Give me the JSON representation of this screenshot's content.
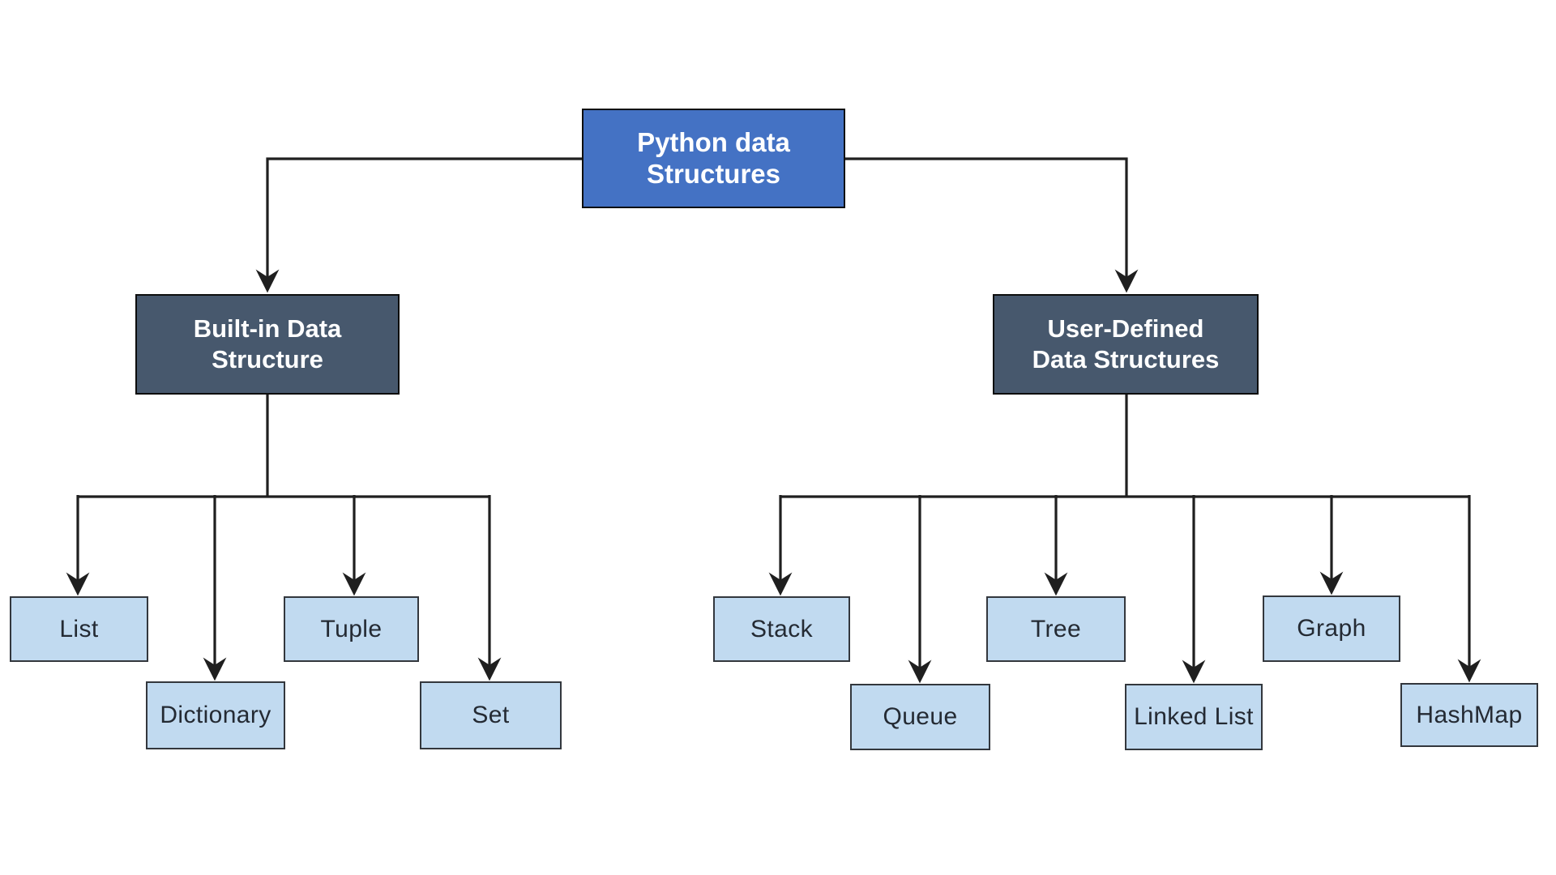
{
  "diagram": {
    "title": "Python data Structures",
    "nodes": {
      "root": "Python data Structures",
      "builtin": "Built-in Data Structure",
      "userdef": "User-Defined Data Structures",
      "list": "List",
      "dictionary": "Dictionary",
      "tuple": "Tuple",
      "set": "Set",
      "stack": "Stack",
      "queue": "Queue",
      "tree": "Tree",
      "linkedlist": "Linked List",
      "graph": "Graph",
      "hashmap": "HashMap"
    },
    "edges": [
      {
        "from": "root",
        "to": "builtin"
      },
      {
        "from": "root",
        "to": "userdef"
      },
      {
        "from": "builtin",
        "to": "list"
      },
      {
        "from": "builtin",
        "to": "dictionary"
      },
      {
        "from": "builtin",
        "to": "tuple"
      },
      {
        "from": "builtin",
        "to": "set"
      },
      {
        "from": "userdef",
        "to": "stack"
      },
      {
        "from": "userdef",
        "to": "queue"
      },
      {
        "from": "userdef",
        "to": "tree"
      },
      {
        "from": "userdef",
        "to": "linkedlist"
      },
      {
        "from": "userdef",
        "to": "graph"
      },
      {
        "from": "userdef",
        "to": "hashmap"
      }
    ]
  },
  "colors": {
    "root_fill": "#4472c4",
    "category_fill": "#47586d",
    "leaf_fill": "#c1daf0",
    "leaf_border": "#33373d",
    "dark_border": "#0d0d0d",
    "header_text": "#ffffff",
    "leaf_text": "#242a33",
    "line_color": "#1f1f1f"
  }
}
